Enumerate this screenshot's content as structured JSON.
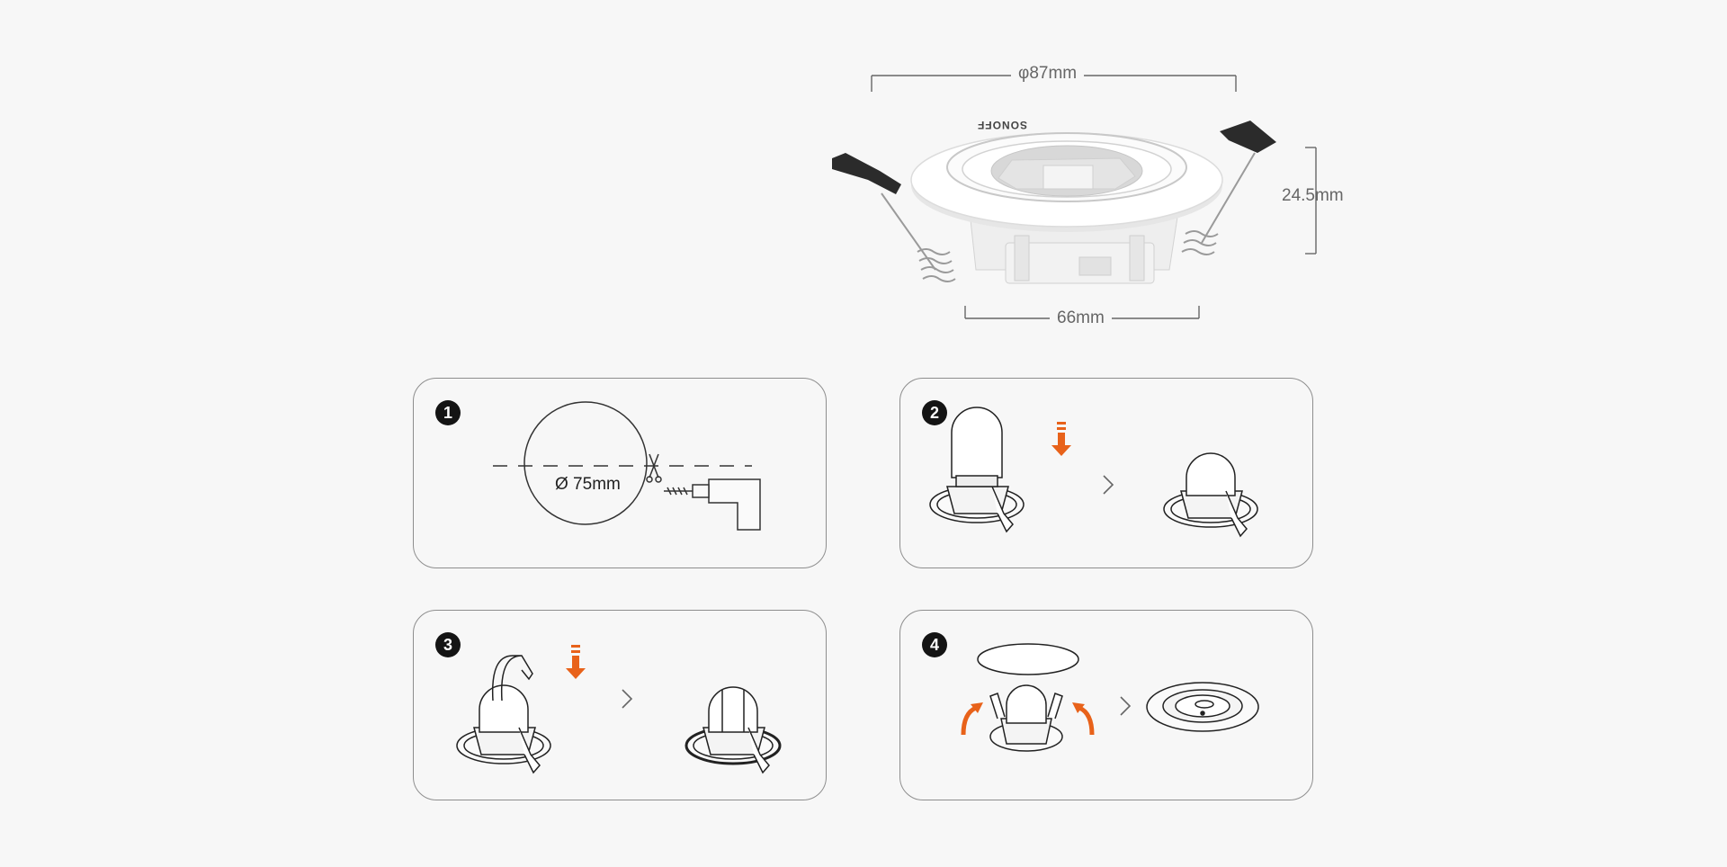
{
  "dimensions": {
    "diameter": "φ87mm",
    "height": "24.5mm",
    "base_width": "66mm"
  },
  "product": {
    "brand_mark": "SONOFF"
  },
  "steps": [
    {
      "number": "1",
      "hole_label": "Ø 75mm"
    },
    {
      "number": "2"
    },
    {
      "number": "3"
    },
    {
      "number": "4"
    }
  ],
  "colors": {
    "background": "#f7f7f7",
    "panel_border": "#8e8e8e",
    "accent_arrow": "#e8621a",
    "badge": "#141414"
  },
  "icons": [
    "scissors-icon",
    "drill-icon",
    "down-arrow-icon",
    "chevron-right-icon",
    "curved-up-arrow-icon"
  ]
}
